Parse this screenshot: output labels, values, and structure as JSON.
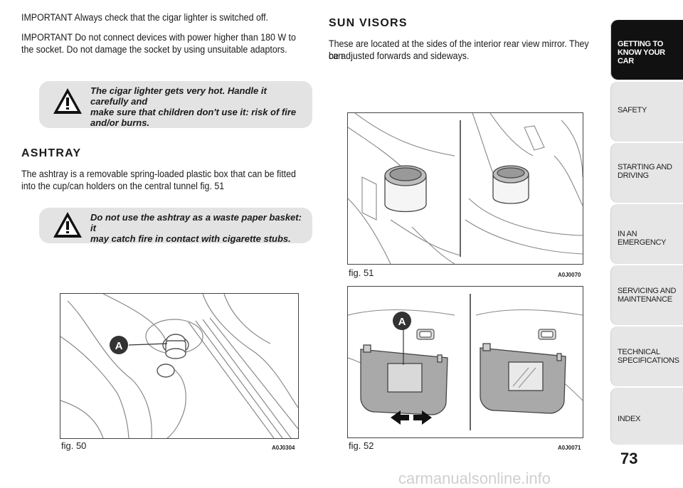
{
  "left": {
    "p1": "IMPORTANT Always check that the cigar lighter is switched off.",
    "p2_line1": "IMPORTANT Do not connect devices with power higher than 180 W to",
    "p2_line2": "the socket. Do not damage the socket by using unsuitable adaptors.",
    "warning1": [
      "The cigar lighter gets very hot. Handle it carefully and",
      "make sure that children don't use it: risk of fire",
      "and/or burns."
    ],
    "ashtray_heading": "ASHTRAY",
    "ashtray_line1": "The ashtray is a removable spring-loaded plastic box that can be fitted",
    "ashtray_line2": "into the cup/can holders on the central tunnel fig. 51",
    "warning2": [
      "Do not use the ashtray as a waste paper basket: it",
      "may catch fire in contact with cigarette stubs."
    ],
    "fig50_label": "fig. 50",
    "fig50_code": "A0J0304",
    "fig50_callout": "A"
  },
  "right": {
    "sun_heading": "SUN VISORS",
    "sun_line1": "These are located at the sides of the interior rear view mirror. They can",
    "sun_line2": "be adjusted forwards and sideways.",
    "fig51_label": "fig. 51",
    "fig51_code": "A0J0070",
    "fig52_label": "fig. 52",
    "fig52_code": "A0J0071",
    "fig52_callout": "A"
  },
  "tabs": [
    {
      "line1": "GETTING TO",
      "line2": "KNOW YOUR CAR",
      "active": true
    },
    {
      "line1": "SAFETY",
      "line2": "",
      "active": false
    },
    {
      "line1": "STARTING AND",
      "line2": "DRIVING",
      "active": false
    },
    {
      "line1": "IN AN EMERGENCY",
      "line2": "",
      "active": false
    },
    {
      "line1": "SERVICING AND",
      "line2": "MAINTENANCE",
      "active": false
    },
    {
      "line1": "TECHNICAL",
      "line2": "SPECIFICATIONS",
      "active": false
    },
    {
      "line1": "INDEX",
      "line2": "",
      "active": false
    }
  ],
  "page_number": "73",
  "watermark": "carmanualsonline.info",
  "colors": {
    "tab_active": "#111111",
    "tab_inactive": "#e6e6e6",
    "warning_bg": "#e3e3e3"
  }
}
